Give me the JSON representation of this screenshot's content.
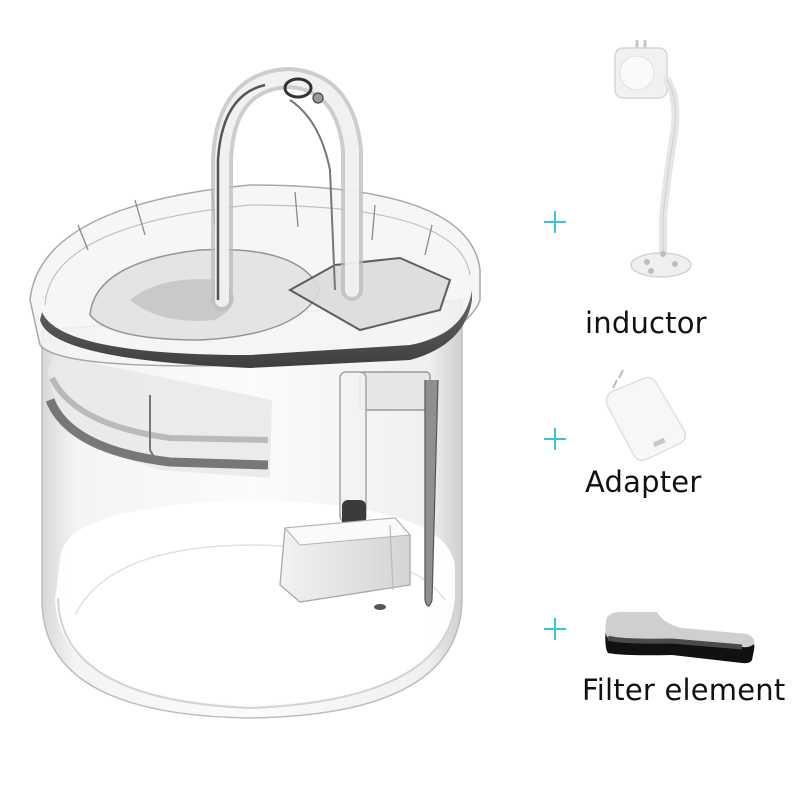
{
  "main_product": {
    "name": "pet-water-fountain",
    "description": "Transparent cat water fountain with arched spout, filter holder tray, and submersible pump"
  },
  "accessories": [
    {
      "symbol": "+",
      "label": "inductor",
      "icon": "motion-sensor-icon"
    },
    {
      "symbol": "+",
      "label": "Adapter",
      "icon": "power-adapter-icon"
    },
    {
      "symbol": "+",
      "label": "Filter element",
      "icon": "filter-sponge-icon"
    }
  ],
  "colors": {
    "accent": "#3cc3e0",
    "text": "#111111",
    "background": "#ffffff",
    "rim": "#4a4a4a"
  }
}
